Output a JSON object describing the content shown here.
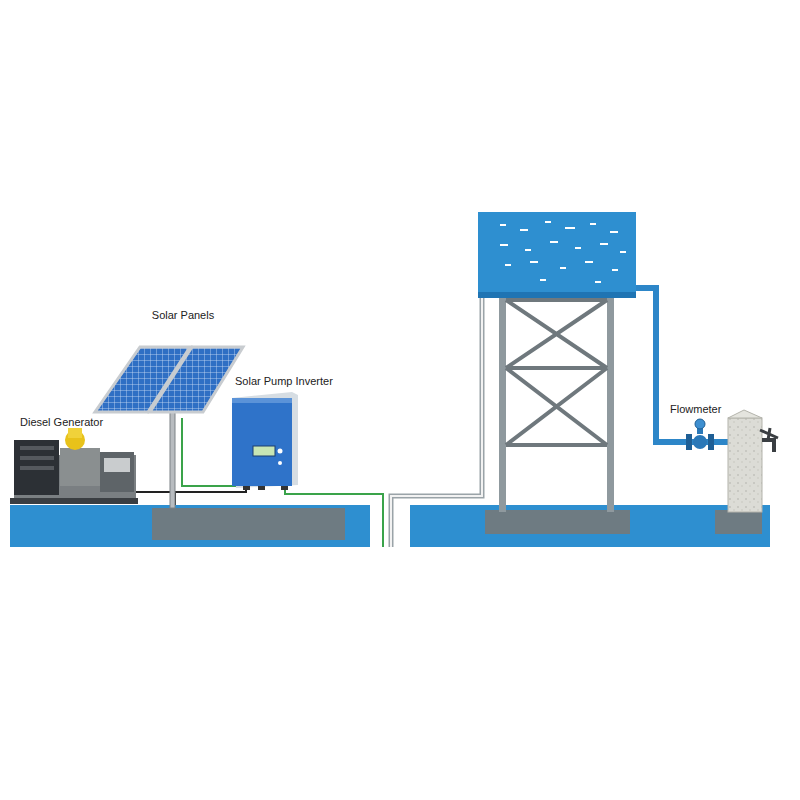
{
  "diagram": {
    "labels": [
      "Solar Panels",
      "Solar Pump Inverter",
      "Diesel Generator",
      "Flowmeter"
    ]
  }
}
